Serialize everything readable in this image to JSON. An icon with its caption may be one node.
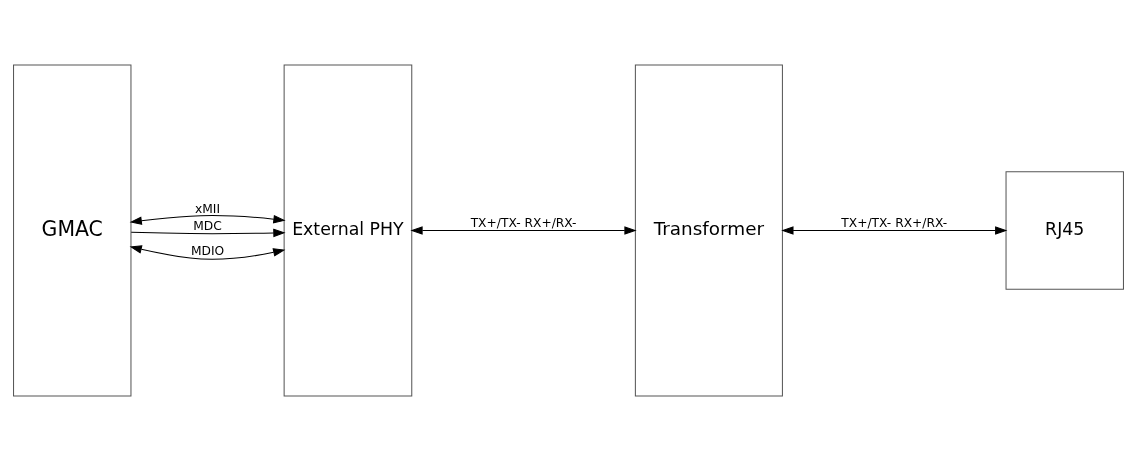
{
  "diagram": {
    "nodes": [
      {
        "text": [
          "GMAC"
        ]
      },
      {
        "text": [
          "External PHY"
        ]
      },
      {
        "text": [
          "Transformer"
        ]
      },
      {
        "text": [
          "RJ45"
        ]
      }
    ],
    "edges": [
      {
        "from": 0,
        "to": 1,
        "arrow": "both",
        "label": "xMII"
      },
      {
        "from": 0,
        "to": 1,
        "arrow": "to",
        "label": "MDC"
      },
      {
        "from": 0,
        "to": 1,
        "arrow": "both",
        "label": "MDIO"
      },
      {
        "from": 1,
        "to": 2,
        "arrow": "both",
        "label": "TX+/TX- RX+/RX-"
      },
      {
        "from": 2,
        "to": 3,
        "arrow": "both",
        "label": "TX+/TX- RX+/RX-"
      }
    ]
  }
}
